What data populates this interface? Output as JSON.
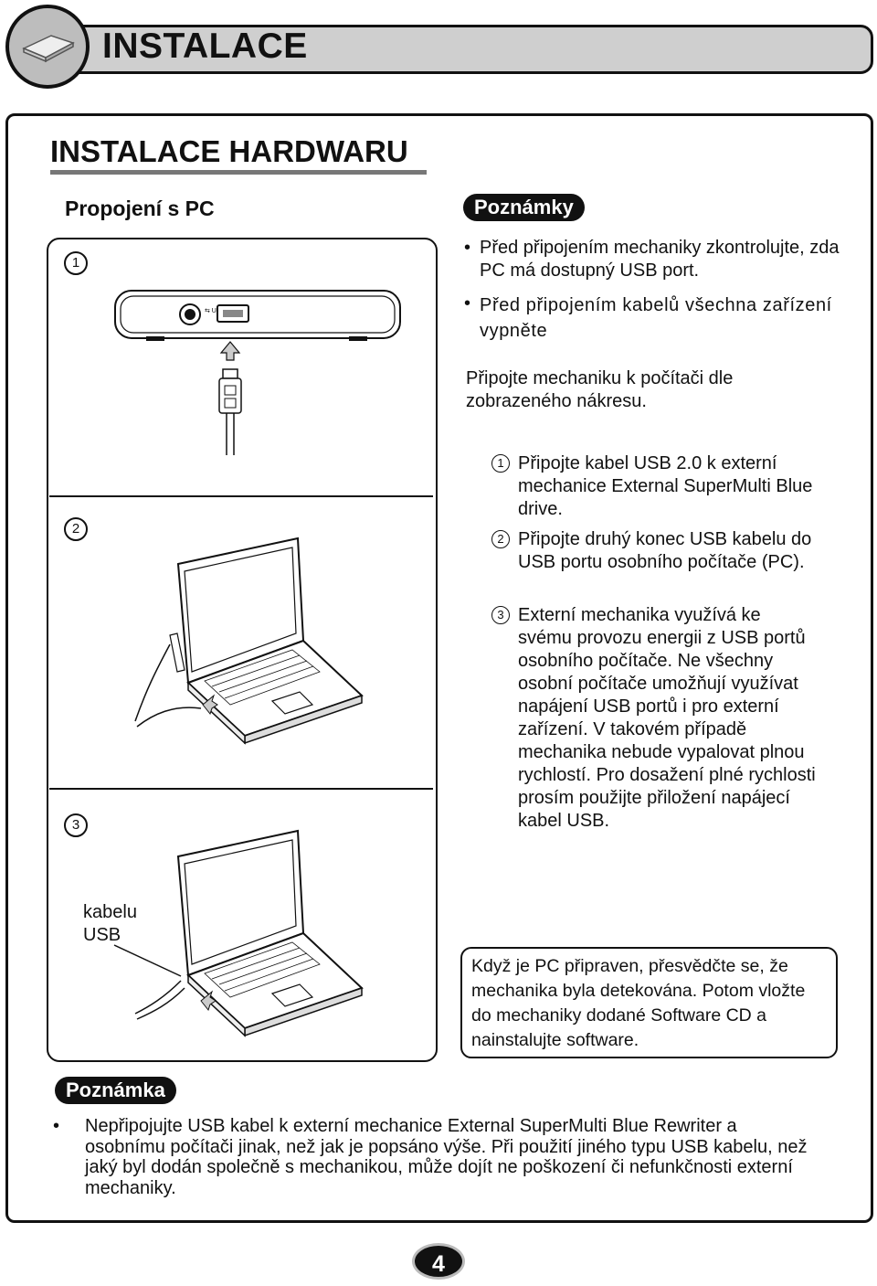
{
  "header": {
    "title": "INSTALACE"
  },
  "section": {
    "title": "INSTALACE HARDWARU",
    "subtitle": "Propojení s PC"
  },
  "steps_labels": [
    "1",
    "2",
    "3"
  ],
  "illustration": {
    "cable_label_line1": "kabelu",
    "cable_label_line2": "USB"
  },
  "notes": {
    "heading": "Poznámky",
    "bullets": [
      "Před připojením mechaniky zkontrolujte, zda PC má dostupný USB  port.",
      "Před připojením kabelů všechna zařízení vypněte"
    ],
    "intro": "Připojte mechaniku k počítači dle zobrazeného nákresu.",
    "numbered": [
      {
        "n": "1",
        "text": "Připojte kabel USB 2.0 k externí mechanice External SuperMulti Blue drive."
      },
      {
        "n": "2",
        "text": "Připojte druhý konec USB kabelu do USB portu osobního počítače (PC)."
      },
      {
        "n": "3",
        "text": "Externí mechanika využívá ke svému provozu energii z USB portů osobního počítače. Ne všechny osobní počítače umožňují využívat napájení USB portů i pro externí zařízení. V takovém případě mechanika nebude vypalovat plnou rychlostí. Pro dosažení plné rychlosti prosím použijte přiložení napájecí kabel USB."
      }
    ],
    "box": "Když je PC připraven, přesvědčte se, že mechanika byla detekována. Potom vložte do mechaniky dodané Software CD a nainstalujte software."
  },
  "footer_note": {
    "heading": "Poznámka",
    "text": "Nepřipojujte USB kabel k externí mechanice External SuperMulti Blue Rewriter a osobnímu počítači jinak, než jak je popsáno výše. Při použití jiného typu USB kabelu, než jaký byl dodán společně s mechanikou, může dojít ne poškození či nefunkčnosti externí mechaniky."
  },
  "page": {
    "number": "4"
  }
}
